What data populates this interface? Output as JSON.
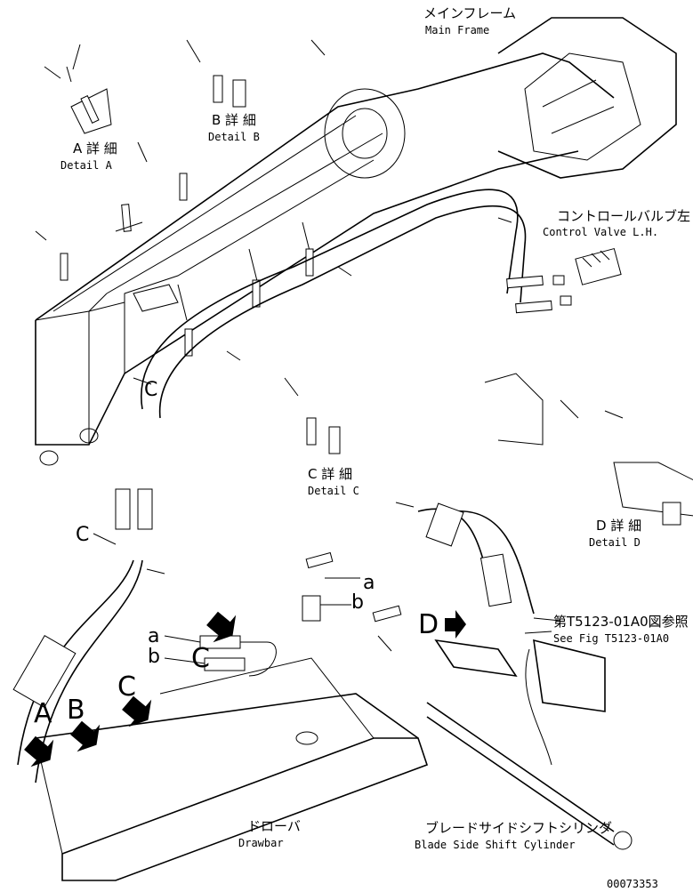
{
  "labels": {
    "main_frame_jp": "メインフレーム",
    "main_frame_en": "Main Frame",
    "control_valve_jp": "コントロールバルブ左",
    "control_valve_en": "Control Valve L.H.",
    "detail_a_jp": "A 詳 細",
    "detail_a_en": "Detail A",
    "detail_b_jp": "B 詳 細",
    "detail_b_en": "Detail B",
    "detail_c_jp": "C 詳 細",
    "detail_c_en": "Detail C",
    "detail_d_jp": "D 詳 細",
    "detail_d_en": "Detail D",
    "see_fig_jp": "第T5123-01A0図参照",
    "see_fig_en": "See Fig T5123-01A0",
    "drawbar_jp": "ドローバ",
    "drawbar_en": "Drawbar",
    "cylinder_jp": "ブレードサイドシフトシリンダ",
    "cylinder_en": "Blade Side Shift Cylinder",
    "drawing_number": "00073353"
  },
  "callouts": {
    "a_upper": "a",
    "b_upper": "b",
    "a_left": "a",
    "b_left": "b",
    "c_frame": "C",
    "c_hose": "C",
    "c_drawbar_1": "C",
    "c_drawbar_2": "C",
    "a_marker": "A",
    "b_marker": "B",
    "d_marker": "D"
  }
}
